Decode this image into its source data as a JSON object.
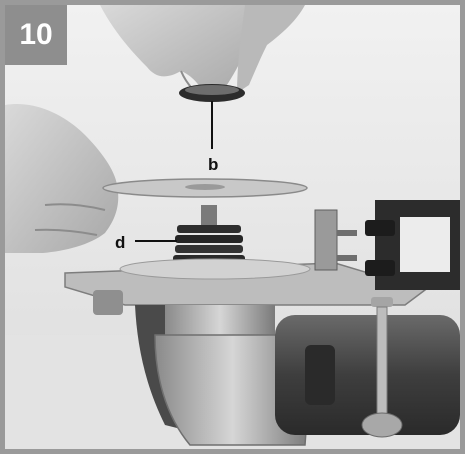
{
  "figure": {
    "number": "10",
    "labels": {
      "b": "b",
      "d": "d"
    }
  },
  "colors": {
    "frame": "#9a9a9a",
    "badge": "#8e8e8e",
    "background": "#ececec"
  }
}
